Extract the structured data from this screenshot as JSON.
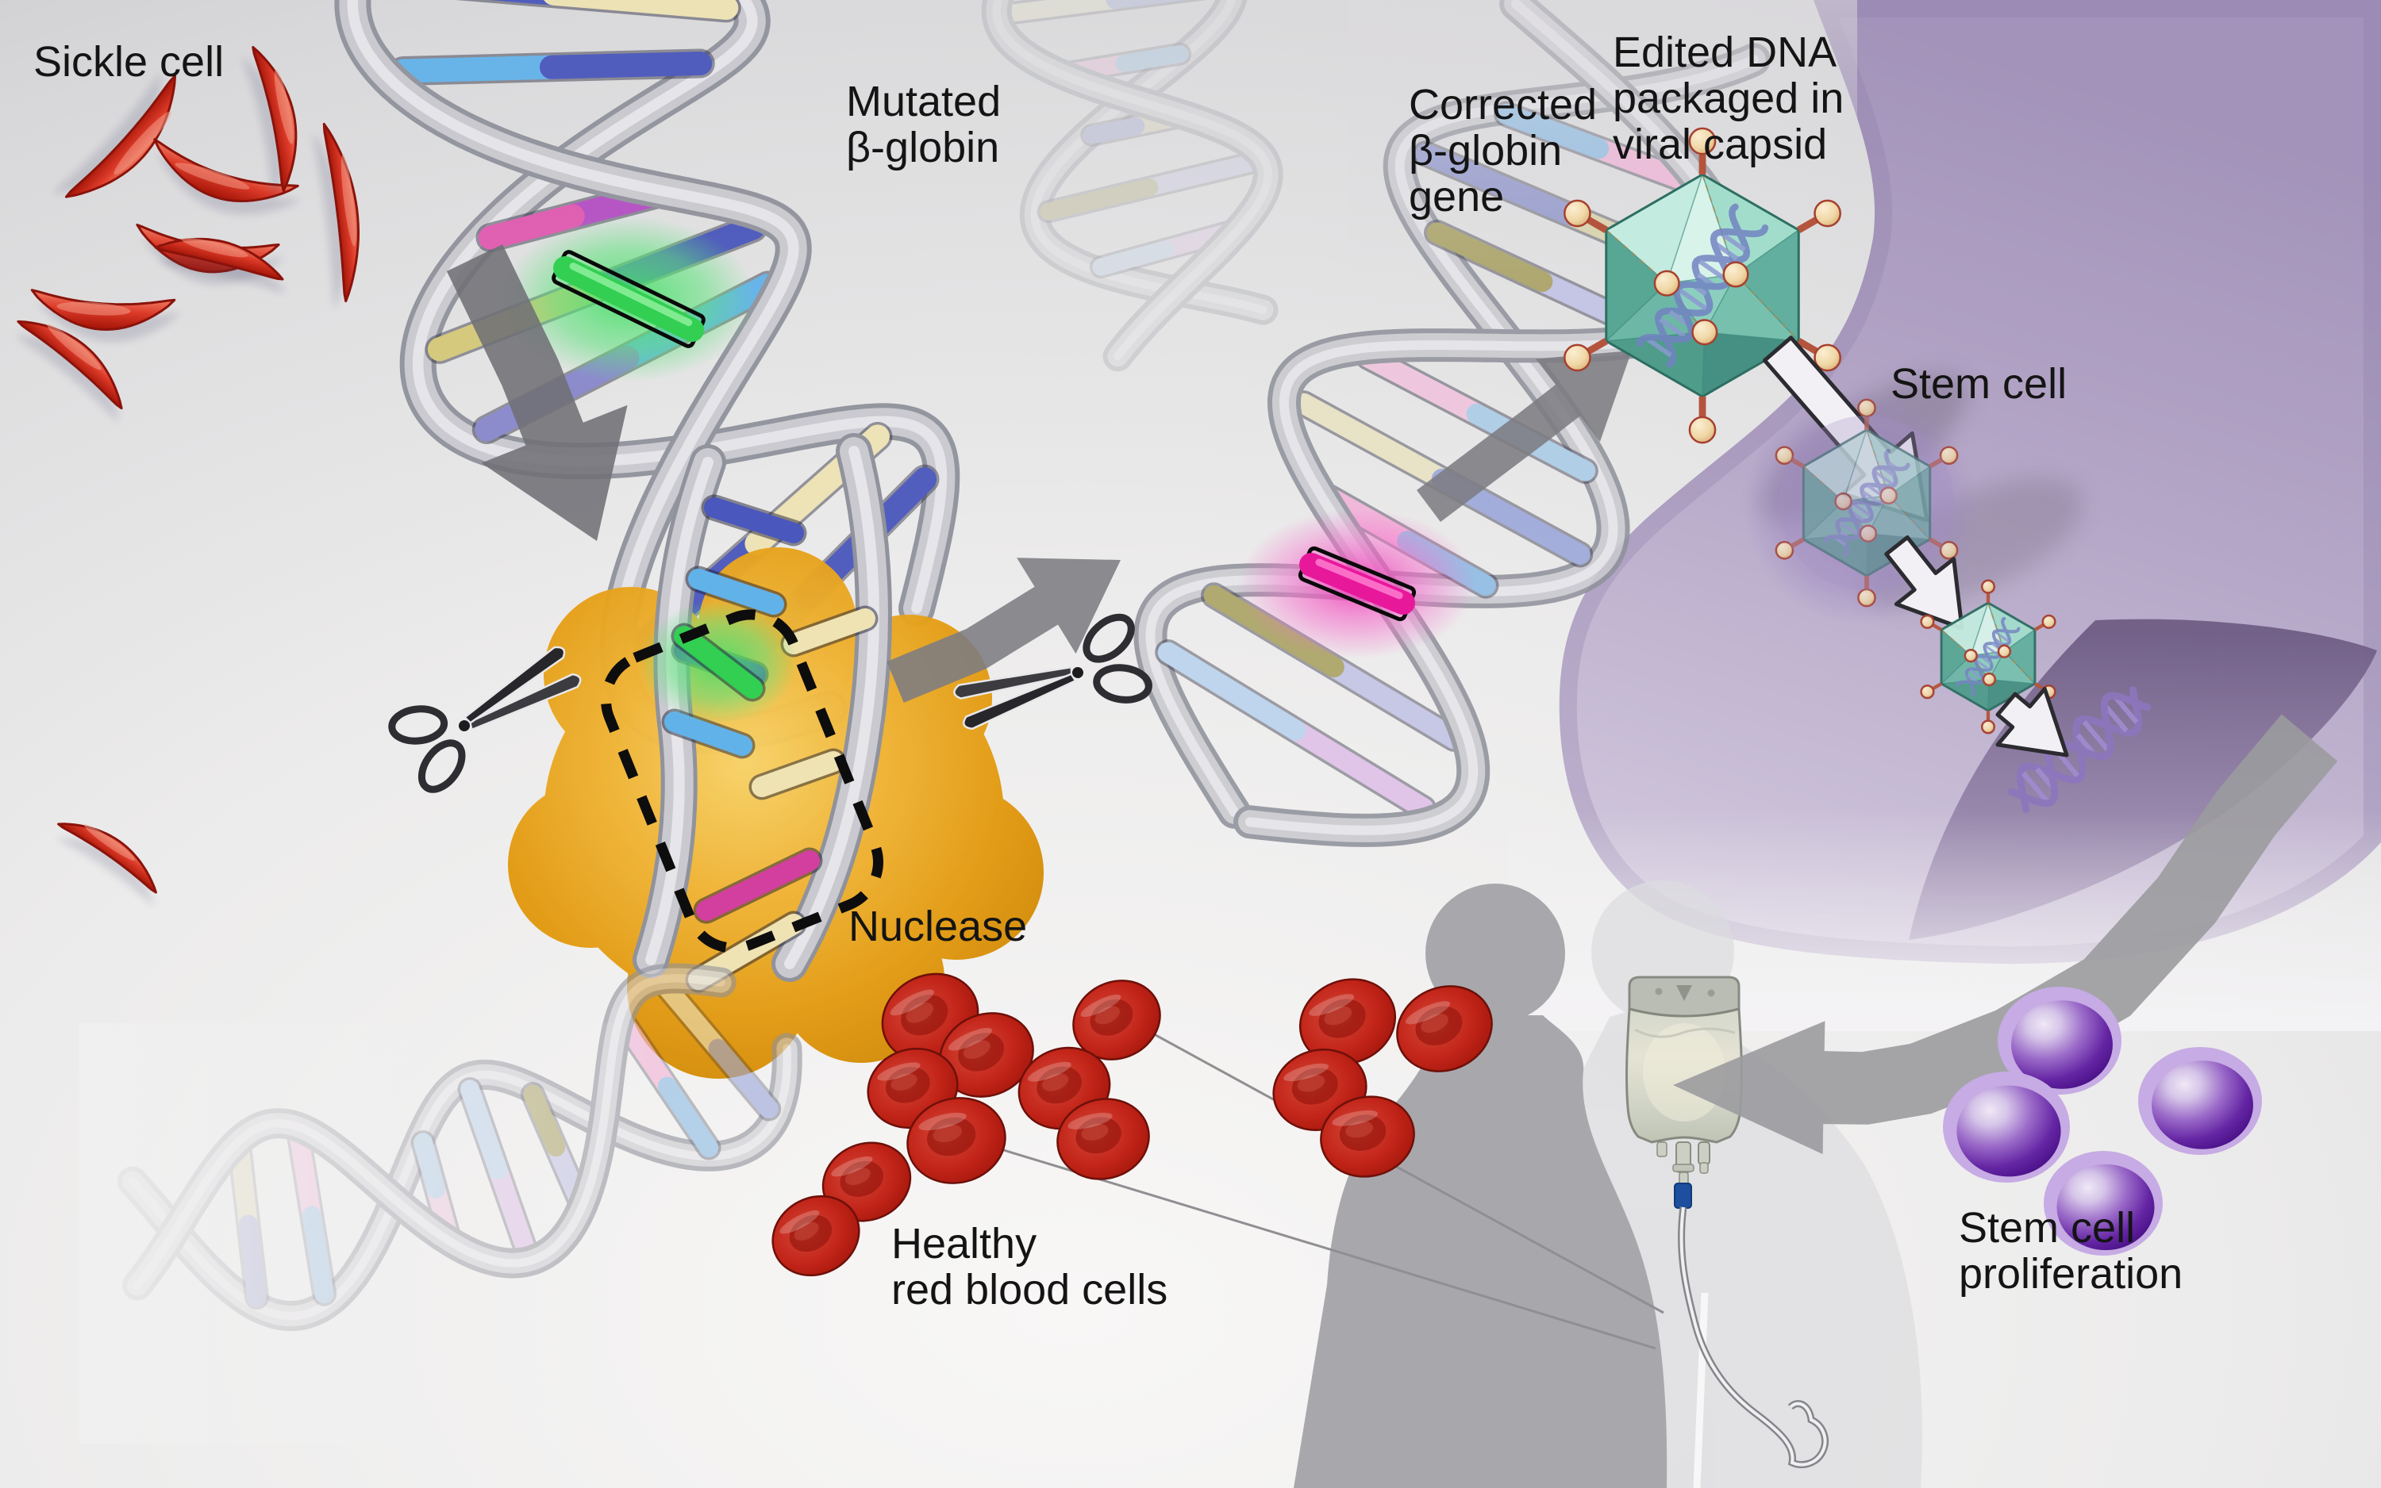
{
  "labels": {
    "sickle_cell": "Sickle cell",
    "mutated_line1": "Mutated",
    "mutated_line2": "β-globin",
    "corrected_line1": "Corrected",
    "corrected_line2": "β-globin",
    "corrected_line3": "gene",
    "edited_line1": "Edited DNA",
    "edited_line2": "packaged in",
    "edited_line3": "viral capsid",
    "stem_cell": "Stem cell",
    "nuclease": "Nuclease",
    "healthy_line1": "Healthy",
    "healthy_line2": "red blood cells",
    "proliferation_line1": "Stem cell",
    "proliferation_line2": "proliferation"
  },
  "colors": {
    "background_gray": "#d7d7d9",
    "label_text": "#141414",
    "dna_strand_silver": "#c9c9cf",
    "dna_strand_edge": "#90929c",
    "mutated_gene_green": "#32cf52",
    "mutated_gene_glow": "#5fe27c",
    "corrected_gene_magenta": "#e8189b",
    "corrected_gene_glow": "#f573cd",
    "nuclease_orange_light": "#f6c95e",
    "nuclease_orange_dark": "#e09a0e",
    "viral_capsid_teal": "#79cbbb",
    "capsid_knob_tan": "#f2dcae",
    "capsid_knob_stem": "#b5543c",
    "capsid_dna_blue": "#7283c2",
    "stem_cell_purple": "#5b21a0",
    "stem_cell_halo_lavender": "#c6abe4",
    "cell_body_lavender": "#b6a8c8",
    "nucleus_purple": "#8d7ba2",
    "nucleus_dna_purple": "#8d76bd",
    "sickle_cell_red": "#cf2318",
    "red_blood_cell_red": "#c22418",
    "arrow_gray": "#7c7c82",
    "arrow_white": "#f2eff5",
    "silhouette_gray": "#a8a8ac",
    "silhouette_light_gray": "#dcdcdf",
    "iv_bag_gray": "#d3d5c9",
    "iv_clamp_blue": "#1d4f9e",
    "scissors_dark": "#3b3b40",
    "base_pair_blue": "#4a57bc",
    "base_pair_sky": "#62b2ea",
    "base_pair_pink": "#e05ab0",
    "base_pair_cream": "#efe3b4",
    "base_pair_magenta": "#d23f9f",
    "base_pair_violet": "#b44fc4",
    "base_pair_gold": "#d4c878"
  }
}
